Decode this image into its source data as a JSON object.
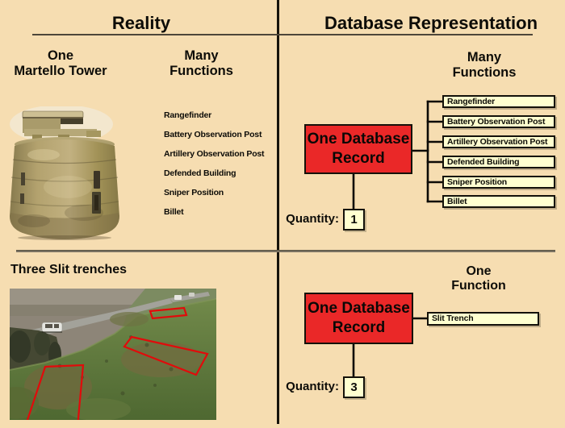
{
  "colors": {
    "background": "#F6DDB1",
    "record_box_fill": "#EA2828",
    "function_box_fill": "#FFFFD0",
    "connector_line": "#000000",
    "trench_outline": "#E10B0B"
  },
  "headers": {
    "left": "Reality",
    "right": "Database Representation"
  },
  "reality_top": {
    "object_heading": {
      "line1": "One",
      "line2": "Martello Tower"
    },
    "functions_heading": {
      "line1": "Many",
      "line2": "Functions"
    },
    "functions": [
      "Rangefinder",
      "Battery Observation Post",
      "Artillery Observation Post",
      "Defended Building",
      "Sniper Position",
      "Billet"
    ]
  },
  "database_top": {
    "functions_heading": {
      "line1": "Many",
      "line2": "Functions"
    },
    "record": {
      "line1": "One Database",
      "line2": "Record"
    },
    "functions": [
      "Rangefinder",
      "Battery Observation Post",
      "Artillery Observation Post",
      "Defended Building",
      "Sniper Position",
      "Billet"
    ],
    "quantity": {
      "label": "Quantity:",
      "value": "1"
    }
  },
  "reality_bottom": {
    "heading": "Three Slit trenches"
  },
  "database_bottom": {
    "function_heading": {
      "line1": "One",
      "line2": "Function"
    },
    "record": {
      "line1": "One Database",
      "line2": "Record"
    },
    "functions": [
      "Slit Trench"
    ],
    "quantity": {
      "label": "Quantity:",
      "value": "3"
    }
  }
}
